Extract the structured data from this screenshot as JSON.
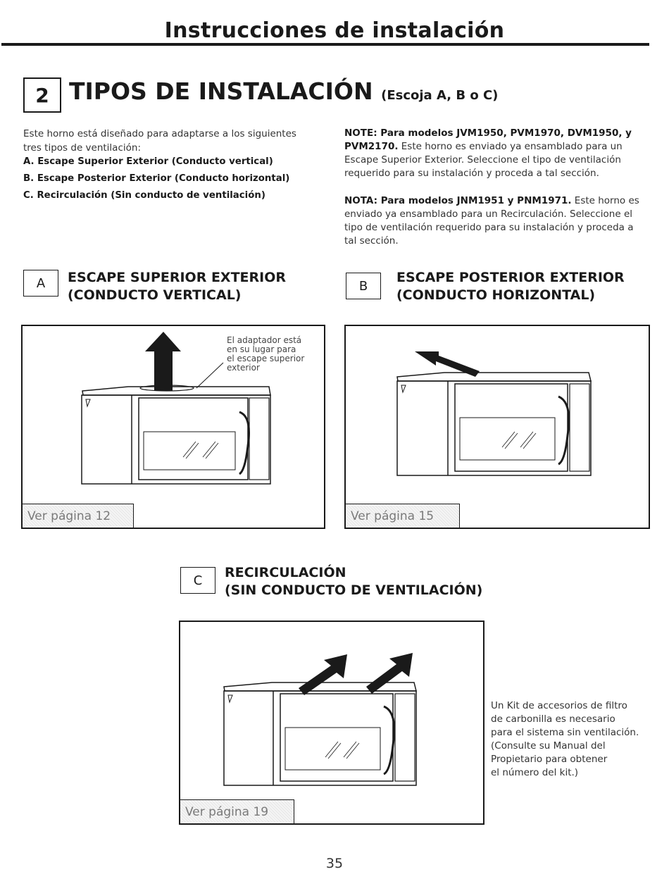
{
  "header": {
    "title": "Instrucciones de instalación"
  },
  "step": {
    "number": "2",
    "title": "TIPOS DE INSTALACIÓN",
    "subtitle": "(Escoja A, B o C)"
  },
  "intro": {
    "text": "Este horno está diseñado para adaptarse a los siguientes tres tipos de ventilación:",
    "options": [
      "A. Escape Superior Exterior (Conducto vertical)",
      "B. Escape Posterior Exterior (Conducto horizontal)",
      "C. Recirculación (Sin conducto de ventilación)"
    ]
  },
  "notes": [
    {
      "label": "NOTE: Para modelos JVM1950, PVM1970, DVM1950, y PVM2170.",
      "text": " Este horno es enviado ya ensamblado para un Escape Superior Exterior. Seleccione el tipo de ventilación requerido para su instalación y proceda a tal sección."
    },
    {
      "label": "NOTA: Para modelos JNM1951 y PNM1971.",
      "text": " Este horno es enviado ya ensamblado para un Recirculación. Seleccione el tipo de ventilación requerido para su instalación y proceda a tal sección."
    }
  ],
  "sections": {
    "a": {
      "letter": "A",
      "title_line1": "ESCAPE SUPERIOR EXTERIOR",
      "title_line2": "(CONDUCTO VERTICAL)",
      "see_page": "Ver página 12",
      "callout": "El adaptador está\nen su lugar para\nel escape superior\nexterior"
    },
    "b": {
      "letter": "B",
      "title_line1": "ESCAPE POSTERIOR EXTERIOR",
      "title_line2": "(CONDUCTO HORIZONTAL)",
      "see_page": "Ver página 15"
    },
    "c": {
      "letter": "C",
      "title_line1": "RECIRCULACIÓN",
      "title_line2": "(SIN CONDUCTO DE VENTILACIÓN)",
      "see_page": "Ver página 19",
      "side_note": "Un Kit de accesorios de filtro\nde carbonilla es necesario\npara el sistema sin ventilación.\n(Consulte su Manual del\nPropietario para obtener\nel número del kit.)"
    }
  },
  "page_number": "35"
}
